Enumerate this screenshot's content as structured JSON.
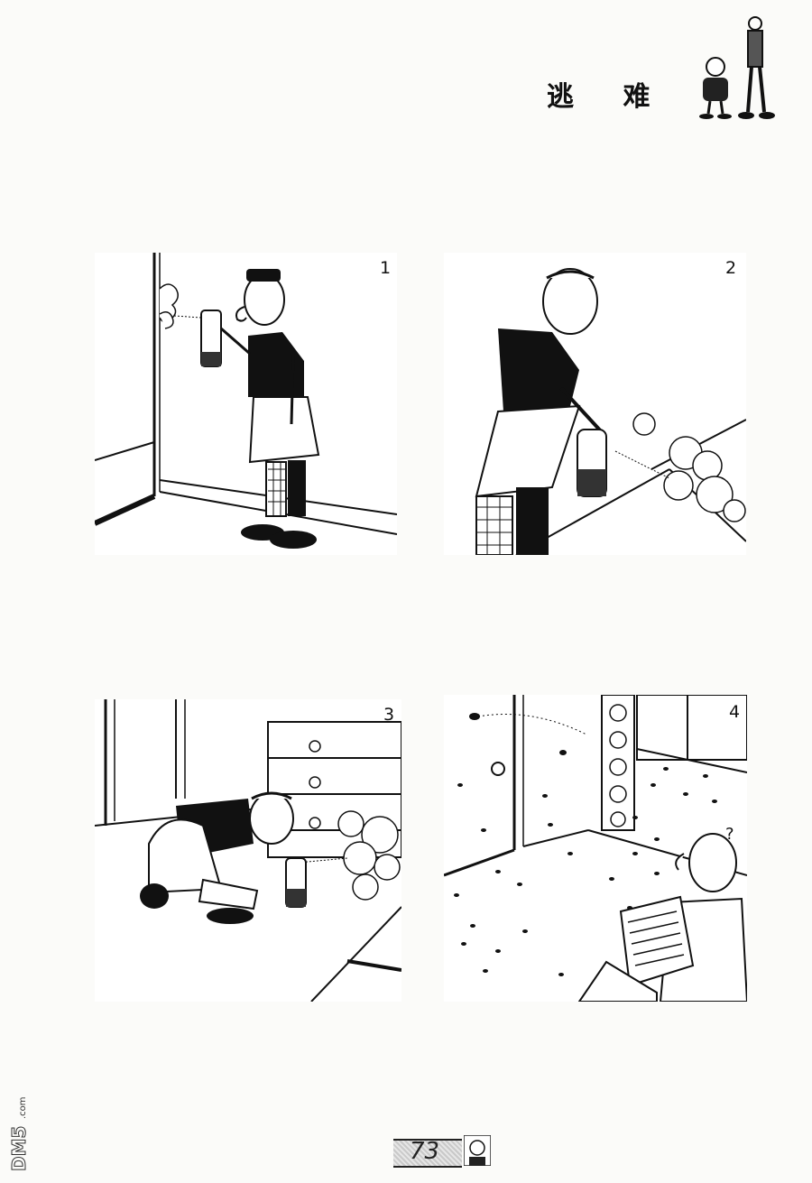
{
  "title": "逃 难",
  "panels": [
    {
      "number": "1"
    },
    {
      "number": "2"
    },
    {
      "number": "3"
    },
    {
      "number": "4"
    }
  ],
  "page_number": "73",
  "watermark_text": "DM5.com",
  "colors": {
    "ink": "#111111",
    "paper": "#fbfbf9",
    "panel": "#ffffff"
  }
}
